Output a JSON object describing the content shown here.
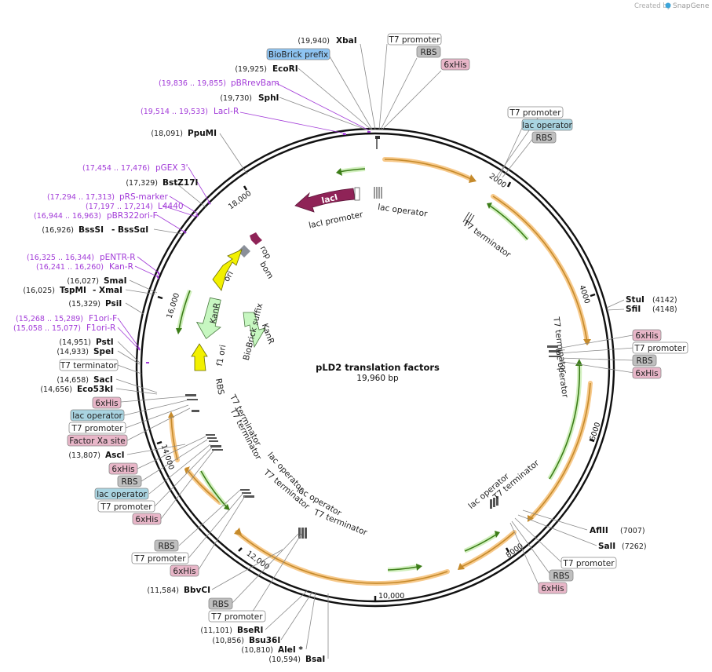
{
  "credit": {
    "text": "Created by",
    "brand": "SnapGene"
  },
  "map": {
    "name": "pLD2 translation factors",
    "length_label": "19,960 bp"
  },
  "colors": {
    "lac_operator_box": "#a9d4e1",
    "bio_prefix_box": "#8ec4f2",
    "his_box": "#e8b6c8",
    "rbs_box": "#bfbfbf",
    "orange_feature": "#f4a83a",
    "green_feature": "#63b82f",
    "lacI": "#8f2357",
    "kanr": "#c7f7c1",
    "ori_yellow": "#f2f000",
    "primer": "#a23bd8"
  },
  "left_labels": [
    {
      "pos": "(19,940)",
      "name": "XbaI"
    },
    {
      "pos": "(19,925)",
      "name": "EcoRI"
    },
    {
      "pos": "(19,730)",
      "name": "SphI"
    },
    {
      "pos": "(18,091)",
      "name": "PpuMI"
    },
    {
      "pos": "(17,329)",
      "name": "BstZ17I"
    },
    {
      "pos": "(16,926)",
      "name": "BssSI",
      "alt": "- BssSαI"
    },
    {
      "pos": "(16,027)",
      "name": "SmaI"
    },
    {
      "pos": "(16,025)",
      "name": "TspMI",
      "alt": "- XmaI"
    },
    {
      "pos": "(15,329)",
      "name": "PsiI"
    },
    {
      "pos": "(14,951)",
      "name": "PstI"
    },
    {
      "pos": "(14,933)",
      "name": "SpeI"
    },
    {
      "pos": "(14,658)",
      "name": "SacI"
    },
    {
      "pos": "(14,656)",
      "name": "Eco53kI"
    },
    {
      "pos": "(13,807)",
      "name": "AscI"
    },
    {
      "pos": "(11,584)",
      "name": "BbvCI"
    },
    {
      "pos": "(11,101)",
      "name": "BseRI"
    },
    {
      "pos": "(10,856)",
      "name": "Bsu36I"
    },
    {
      "pos": "(10,810)",
      "name": "AleI *"
    },
    {
      "pos": "(10,594)",
      "name": "BsaI"
    }
  ],
  "right_labels": [
    {
      "name": "StuI",
      "pos": "(4142)"
    },
    {
      "name": "SfiI",
      "pos": "(4148)"
    },
    {
      "name": "AflII",
      "pos": "(7007)"
    },
    {
      "name": "SalI",
      "pos": "(7262)"
    }
  ],
  "primers": [
    {
      "pos": "(19,836 .. 19,855)",
      "name": "pBRrevBam"
    },
    {
      "pos": "(19,514 .. 19,533)",
      "name": "LacI-R"
    },
    {
      "pos": "(17,454 .. 17,476)",
      "name": "pGEX 3'"
    },
    {
      "pos": "(17,294 .. 17,313)",
      "name": "pRS-marker"
    },
    {
      "pos": "(17,197 .. 17,214)",
      "name": "L4440"
    },
    {
      "pos": "(16,944 .. 16,963)",
      "name": "pBR322ori-F"
    },
    {
      "pos": "(16,325 .. 16,344)",
      "name": "pENTR-R"
    },
    {
      "pos": "(16,241 .. 16,260)",
      "name": "Kan-R"
    },
    {
      "pos": "(15,268 .. 15,289)",
      "name": "F1ori-F"
    },
    {
      "pos": "(15,058 .. 15,077)",
      "name": "F1ori-R"
    }
  ],
  "boxes": {
    "top_t7": "T7 promoter",
    "top_rbs": "RBS",
    "top_his": "6xHis",
    "biobrick": "BioBrick prefix",
    "r1_t7": "T7 promoter",
    "r1_lacop": "lac operator",
    "r1_rbs": "RBS",
    "r2_his": "6xHis",
    "r2_t7": "T7 promoter",
    "r2_rbs": "RBS",
    "r2_his2": "6xHis",
    "r3_t7": "T7 promoter",
    "r3_rbs": "RBS",
    "r3_his": "6xHis",
    "l_t7term": "T7 terminator",
    "l_his": "6xHis",
    "l_lacop": "lac operator",
    "l_t7": "T7 promoter",
    "l_fxa": "Factor Xa site",
    "l2_his": "6xHis",
    "l2_rbs": "RBS",
    "l2_lacop": "lac operator",
    "l2_t7": "T7 promoter",
    "l2_his2": "6xHis",
    "b_rbs": "RBS",
    "b_t7": "T7 promoter",
    "b_his": "6xHis",
    "b2_rbs": "RBS",
    "b2_t7": "T7 promoter"
  },
  "ticks": [
    "2000",
    "4000",
    "6000",
    "8000",
    "10,000",
    "12,000",
    "14,000",
    "16,000",
    "18,000"
  ],
  "inner_labels": {
    "laci": "lacI",
    "laci_promoter": "lacI promoter",
    "lac_operator_top": "lac operator",
    "t7_terminator_top": "T7 terminator",
    "rop": "rop",
    "bom": "bom",
    "ori": "ori",
    "kanr1": "KanR",
    "kanr2": "KanR",
    "biobrick_suffix": "BioBrick suffix",
    "f1_ori": "f1 ori",
    "rbs_inner": "RBS",
    "t7t_a": "T7 terminator",
    "t7t_b": "T7 terminator",
    "lacop_a": "lac operator",
    "t7t_c": "T7 terminator",
    "lacop_b": "lac operator",
    "t7t_d": "T7 terminator",
    "t7t_right": "T7 terminator",
    "lacop_right": "lac operator",
    "lacop_br": "lac operator",
    "t7t_br": "T7 terminator"
  }
}
